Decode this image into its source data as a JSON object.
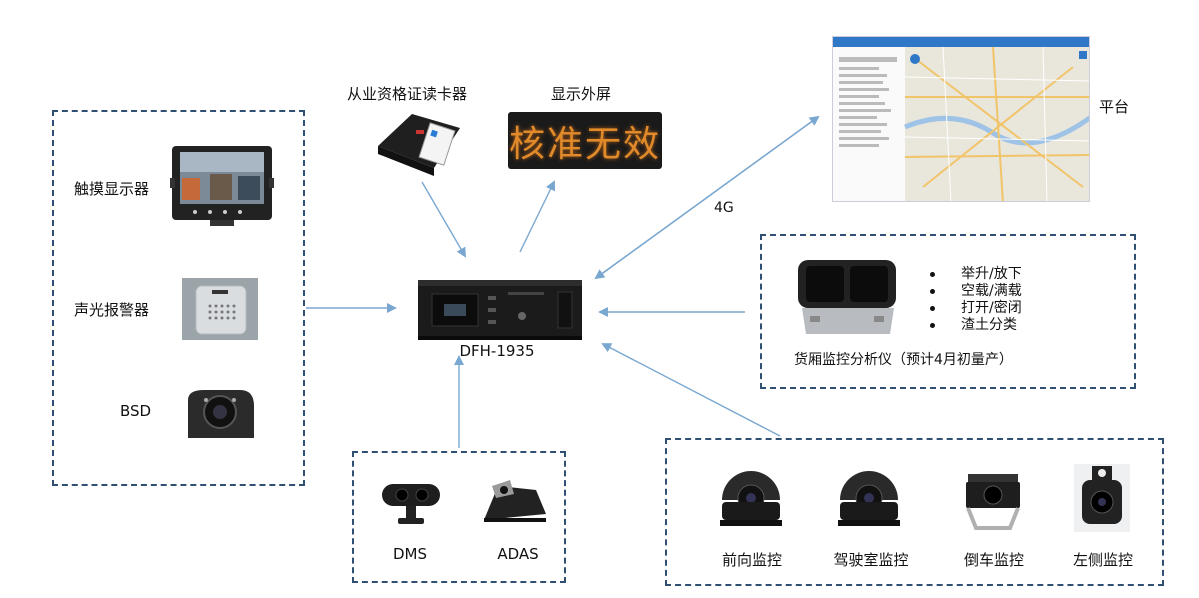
{
  "center_device": {
    "label": "DFH-1935",
    "screen_text": ""
  },
  "top_devices": [
    {
      "key": "card_reader",
      "label": "从业资格证读卡器"
    },
    {
      "key": "led_screen",
      "label": "显示外屏",
      "led_text": "核准无效"
    }
  ],
  "platform": {
    "label": "平台",
    "link_label": "4G"
  },
  "left_group": [
    {
      "key": "touch_display",
      "label": "触摸显示器"
    },
    {
      "key": "alarm",
      "label": "声光报警器"
    },
    {
      "key": "bsd",
      "label": "BSD"
    }
  ],
  "cargo_monitor": {
    "label": "货厢监控分析仪（预计4月初量产）",
    "features": [
      "举升/放下",
      "空载/满载",
      "打开/密闭",
      "渣土分类"
    ]
  },
  "bottom_center_group": [
    {
      "key": "dms",
      "label": "DMS"
    },
    {
      "key": "adas",
      "label": "ADAS"
    }
  ],
  "bottom_right_group": [
    {
      "key": "front",
      "label": "前向监控"
    },
    {
      "key": "cab",
      "label": "驾驶室监控"
    },
    {
      "key": "reverse",
      "label": "倒车监控"
    },
    {
      "key": "left",
      "label": "左侧监控"
    }
  ],
  "colors": {
    "arrow": "#7aa7cf",
    "dash": "#2f5073",
    "led": "#e08a2a"
  }
}
